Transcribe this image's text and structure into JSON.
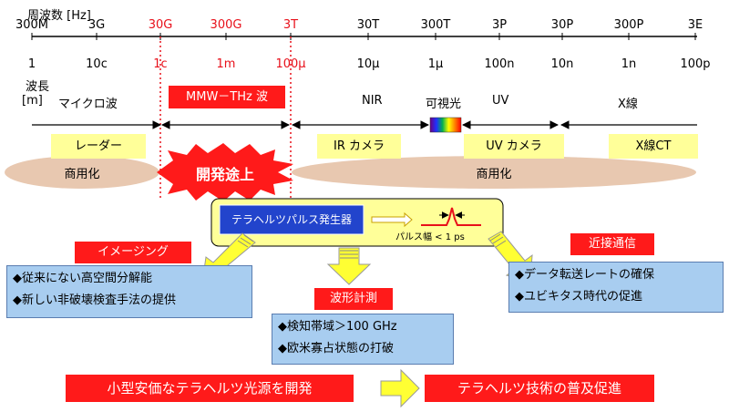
{
  "freq": {
    "unit_label": "周波数 [Hz]",
    "ticks": [
      {
        "label": "300M",
        "red": false
      },
      {
        "label": "3G",
        "red": false
      },
      {
        "label": "30G",
        "red": true
      },
      {
        "label": "300G",
        "red": true
      },
      {
        "label": "3T",
        "red": true
      },
      {
        "label": "30T",
        "red": false
      },
      {
        "label": "300T",
        "red": false
      },
      {
        "label": "3P",
        "red": false
      },
      {
        "label": "30P",
        "red": false
      },
      {
        "label": "300P",
        "red": false
      },
      {
        "label": "3E",
        "red": false
      }
    ]
  },
  "wave": {
    "unit_label_1": "波長",
    "unit_label_2": "[m]",
    "ticks": [
      {
        "label": "1",
        "red": false
      },
      {
        "label": "10c",
        "red": false
      },
      {
        "label": "1c",
        "red": true
      },
      {
        "label": "1m",
        "red": true
      },
      {
        "label": "100μ",
        "red": true
      },
      {
        "label": "10μ",
        "red": false
      },
      {
        "label": "1μ",
        "red": false
      },
      {
        "label": "100n",
        "red": false
      },
      {
        "label": "10n",
        "red": false
      },
      {
        "label": "1n",
        "red": false
      },
      {
        "label": "100p",
        "red": false
      }
    ]
  },
  "bands": {
    "microwave": "マイクロ波",
    "mmw_thz": "MMW－THz 波",
    "nir": "NIR",
    "visible": "可視光",
    "uv": "UV",
    "xray": "X線"
  },
  "apps": {
    "radar": "レーダー",
    "ir_camera": "IR カメラ",
    "uv_camera": "UV カメラ",
    "xray_ct": "X線CT"
  },
  "status": {
    "commercial_left": "商用化",
    "developing": "開発途上",
    "commercial_right": "商用化"
  },
  "generator": {
    "label": "テラヘルツパルス発生器",
    "pulse_width": "パルス幅 < 1 ps"
  },
  "imaging": {
    "title": "イメージング",
    "items": [
      "◆従来にない高空間分解能",
      "◆新しい非破壊検査手法の提供"
    ]
  },
  "waveform": {
    "title": "波形計測",
    "items": [
      "◆検知帯域＞100 GHz",
      "◆欧米寡占状態の打破"
    ]
  },
  "comm": {
    "title": "近接通信",
    "items": [
      "◆データ転送レートの確保",
      "◆ユビキタス時代の促進"
    ]
  },
  "bottom": {
    "left": "小型安価なテラヘルツ光源を開発",
    "right": "テラヘルツ技術の普及促進"
  },
  "colors": {
    "accent_red": "#e8101a",
    "yellow": "#ffff99",
    "blue_box": "#a8cdf0",
    "ellipse": "#e8c8b0",
    "generator_blue": "#2244cc"
  }
}
